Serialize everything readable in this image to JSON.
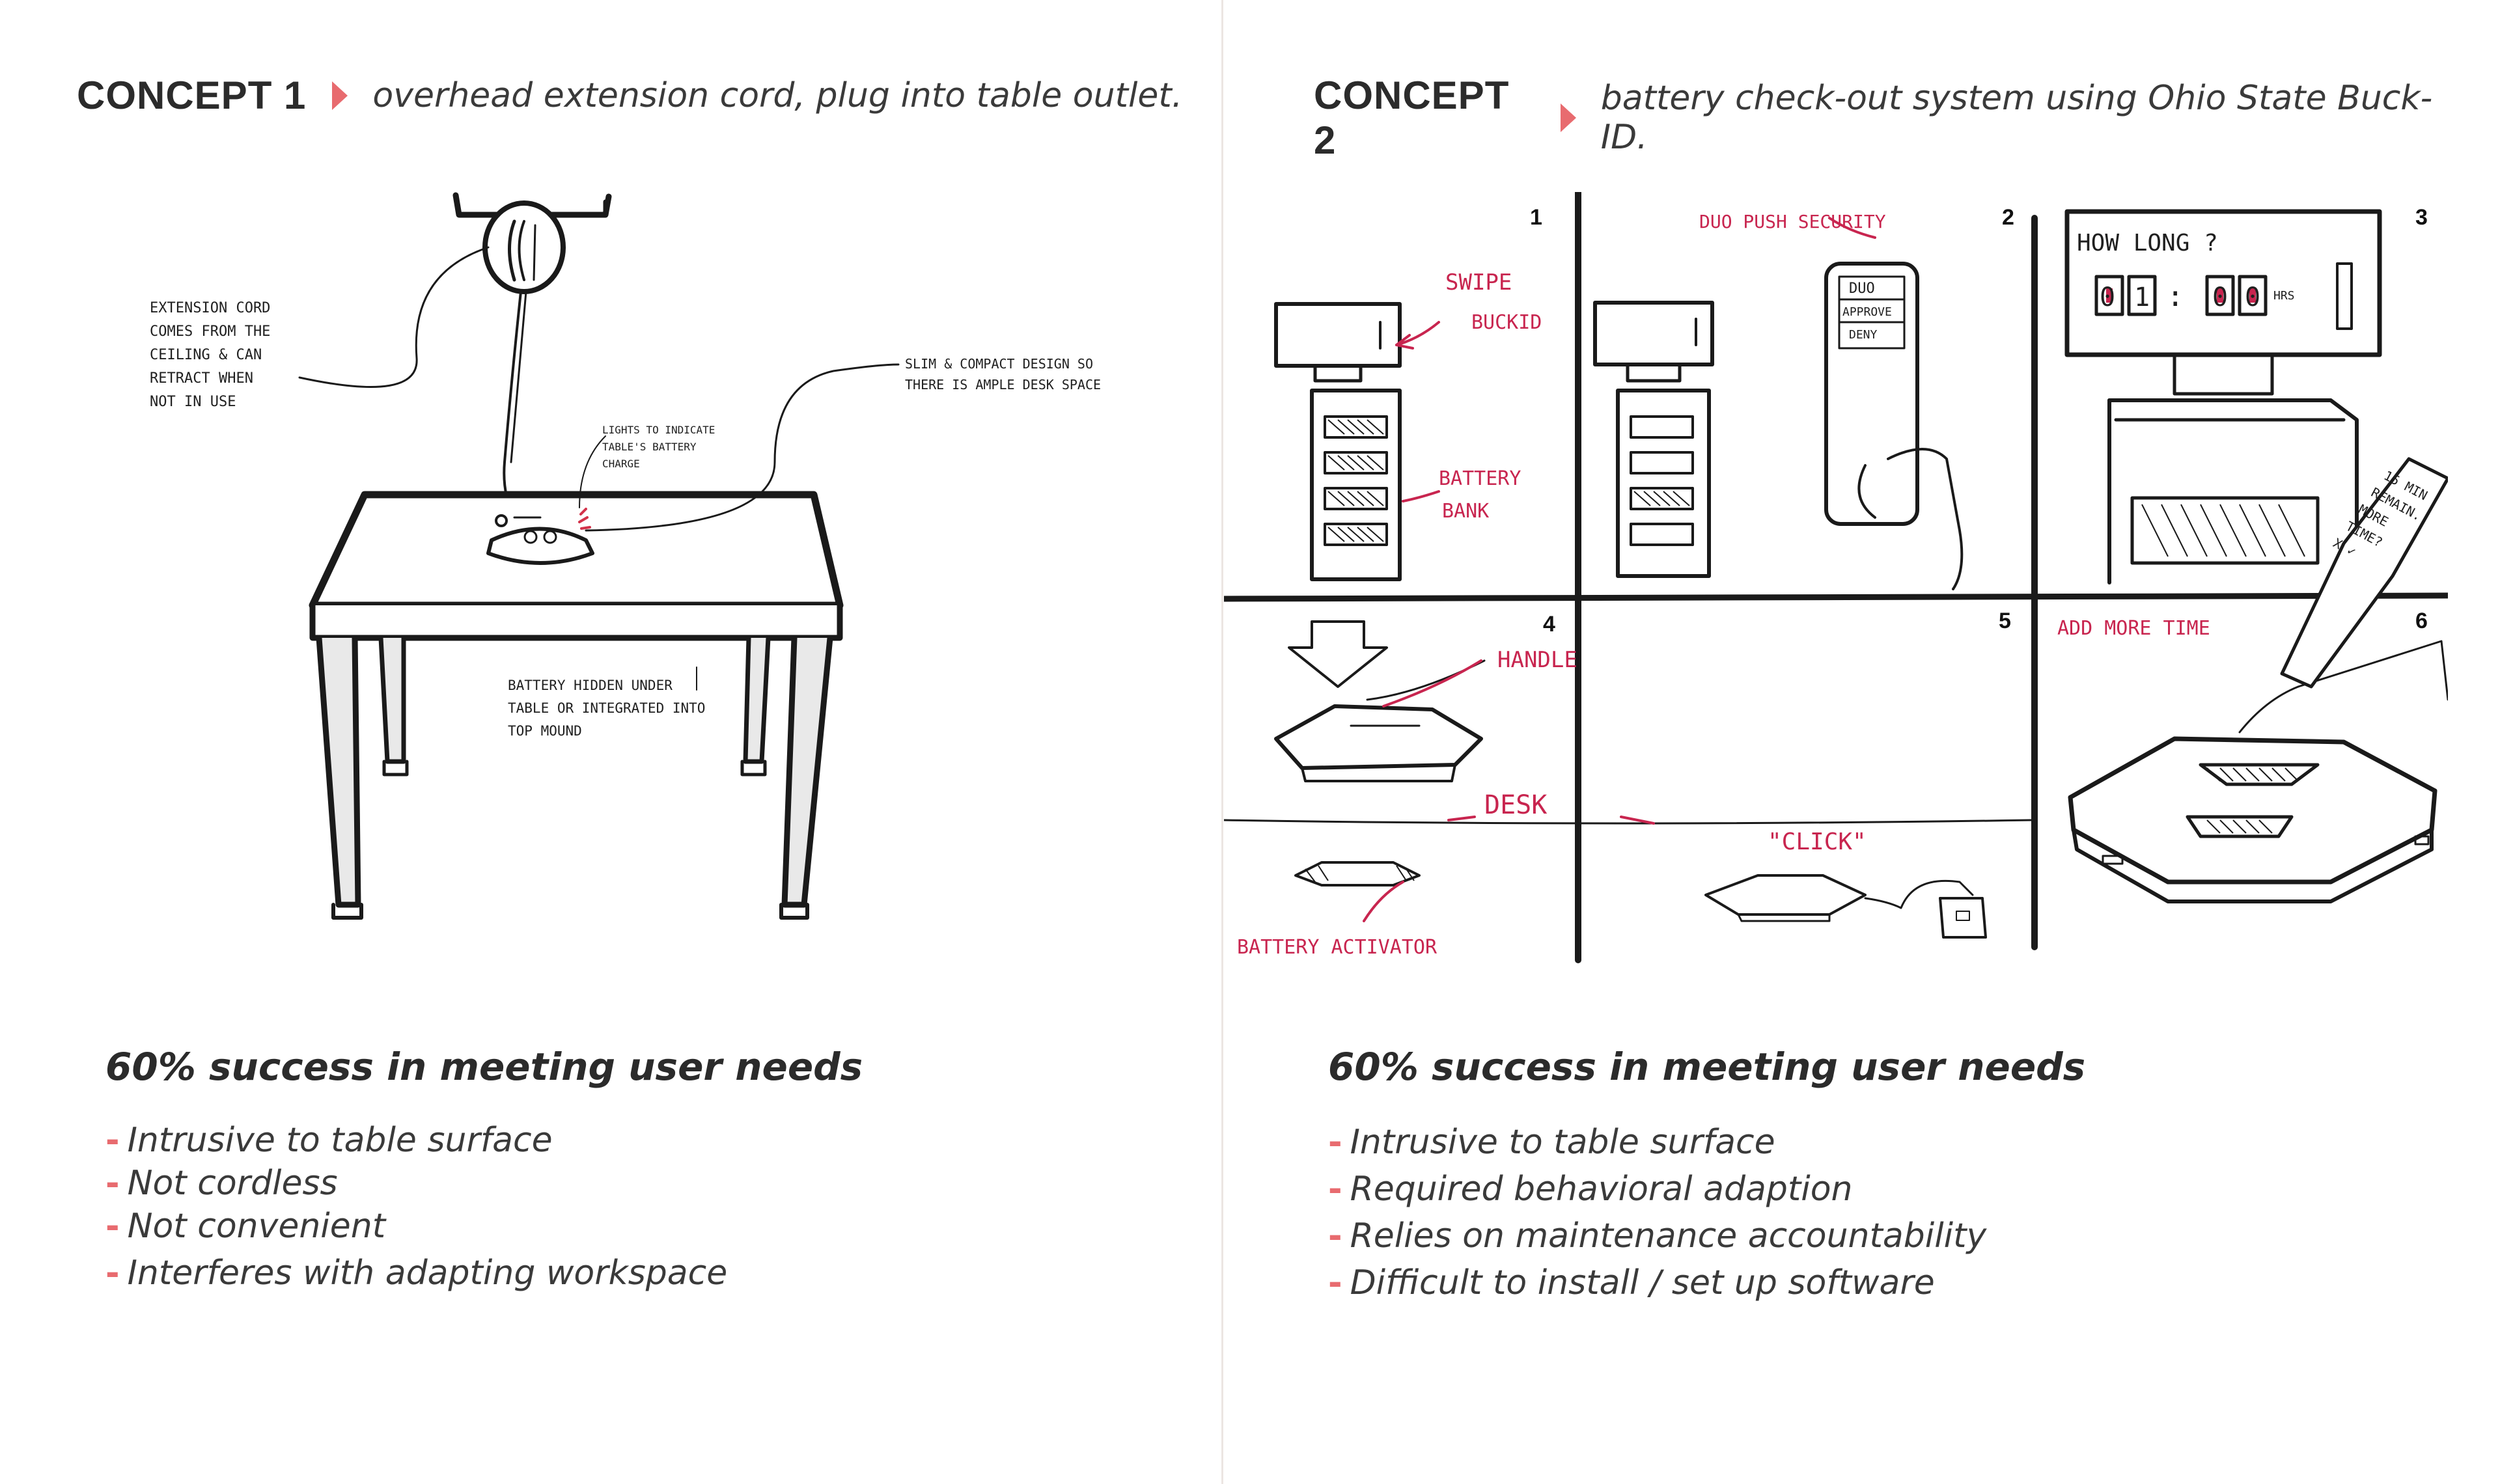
{
  "concept1": {
    "label": "CONCEPT 1",
    "description": "overhead extension cord, plug into table outlet.",
    "annotations": {
      "extension_cord": [
        "EXTENSION CORD",
        "COMES FROM THE",
        "CEILING & CAN",
        "RETRACT WHEN",
        "NOT IN USE"
      ],
      "slim_design": [
        "SLIM & COMPACT DESIGN SO",
        "THERE IS AMPLE DESK SPACE"
      ],
      "lights": [
        "LIGHTS TO INDICATE",
        "TABLE'S BATTERY",
        "CHARGE"
      ],
      "battery_hidden": [
        "BATTERY HIDDEN UNDER",
        "TABLE OR INTEGRATED INTO",
        "TOP MOUND"
      ]
    },
    "summary_title": "60% success in meeting user needs",
    "points": [
      "Intrusive to table surface",
      "Not cordless",
      "Not convenient",
      "Interferes with adapting workspace"
    ]
  },
  "concept2": {
    "label": "CONCEPT 2",
    "description": "battery check-out system using Ohio State Buck-ID.",
    "panels": {
      "numbers": [
        "1",
        "2",
        "3",
        "4",
        "5",
        "6"
      ],
      "swipe": [
        "SWIPE",
        "BUCKID"
      ],
      "battery_bank": [
        "BATTERY",
        "BANK"
      ],
      "duo": "DUO PUSH SECURITY",
      "phone_options": [
        "DUO",
        "APPROVE",
        "DENY"
      ],
      "how_long": "HOW LONG ?",
      "timer_hours": [
        "0",
        "1"
      ],
      "timer_minutes": [
        "0",
        "0"
      ],
      "timer_unit": "HRS",
      "timer_sep": ":",
      "handle": "HANDLE",
      "desk": "DESK",
      "click": "\"CLICK\"",
      "battery_activator": "BATTERY ACTIVATOR",
      "add_more_time": "ADD MORE TIME",
      "phone_msg": [
        "15 MIN",
        "REMAIN.",
        "MORE",
        "TIME?",
        "X  ✓"
      ]
    },
    "summary_title": "60% success in meeting user needs",
    "points": [
      "Intrusive to table surface",
      "Required behavioral adaption",
      "Relies on maintenance accountability",
      "Difficult to install / set up software"
    ]
  }
}
